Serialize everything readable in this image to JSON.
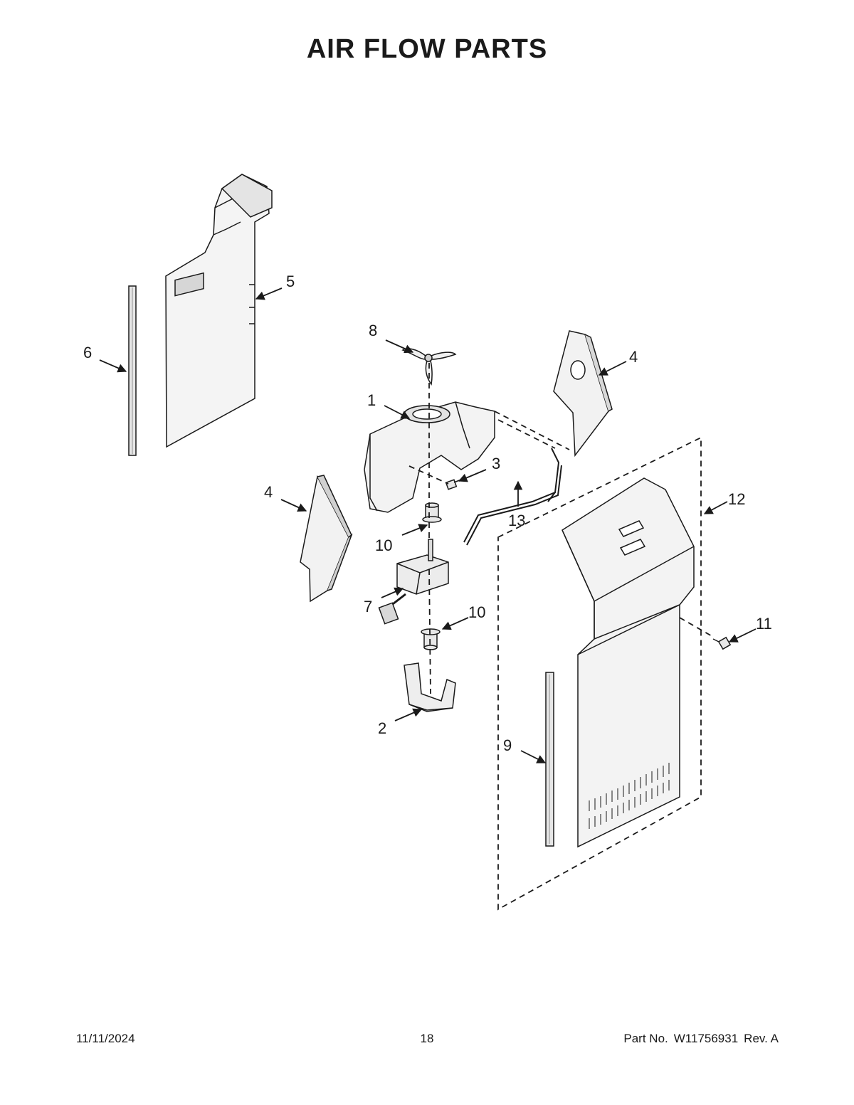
{
  "page": {
    "title": "AIR FLOW PARTS",
    "footer": {
      "date": "11/11/2024",
      "page_number": "18",
      "part_label": "Part No.",
      "part_number": "W11756931",
      "revision": "Rev.  A"
    }
  },
  "callouts": [
    {
      "id": "c1",
      "label": "1"
    },
    {
      "id": "c2",
      "label": "2"
    },
    {
      "id": "c3",
      "label": "3"
    },
    {
      "id": "c4a",
      "label": "4"
    },
    {
      "id": "c4b",
      "label": "4"
    },
    {
      "id": "c5",
      "label": "5"
    },
    {
      "id": "c6",
      "label": "6"
    },
    {
      "id": "c7",
      "label": "7"
    },
    {
      "id": "c8",
      "label": "8"
    },
    {
      "id": "c9",
      "label": "9"
    },
    {
      "id": "c10a",
      "label": "10"
    },
    {
      "id": "c10b",
      "label": "10"
    },
    {
      "id": "c11",
      "label": "11"
    },
    {
      "id": "c12",
      "label": "12"
    },
    {
      "id": "c13",
      "label": "13"
    }
  ],
  "colors": {
    "line": "#1a1a1a",
    "fill": "#f2f2f2",
    "shade": "#cfcfcf"
  }
}
